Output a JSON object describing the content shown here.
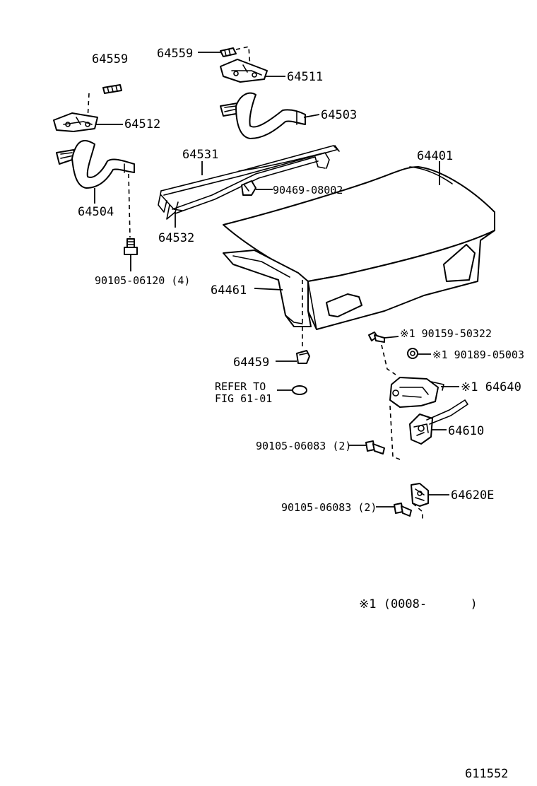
{
  "labels": {
    "p64559_left": "64559",
    "p64512": "64512",
    "p64504": "64504",
    "p90105_06120": "90105-06120 (4)",
    "p64559_top": "64559",
    "p64511": "64511",
    "p64503": "64503",
    "p64531": "64531",
    "p64401": "64401",
    "p90469": "90469-08002",
    "p64532": "64532",
    "p64461": "64461",
    "p64459": "64459",
    "refer_line1": "REFER TO",
    "refer_line2": "FIG 61-01",
    "p90159": "※1 90159-50322",
    "p90189": "※1 90189-05003",
    "p64640": "※1 64640",
    "p64610": "64610",
    "p90105_06083_a": "90105-06083 (2)",
    "p64620E": "64620E",
    "p90105_06083_b": "90105-06083 (2)",
    "footnote": "※1 (0008-      )",
    "figure_number": "611552"
  }
}
